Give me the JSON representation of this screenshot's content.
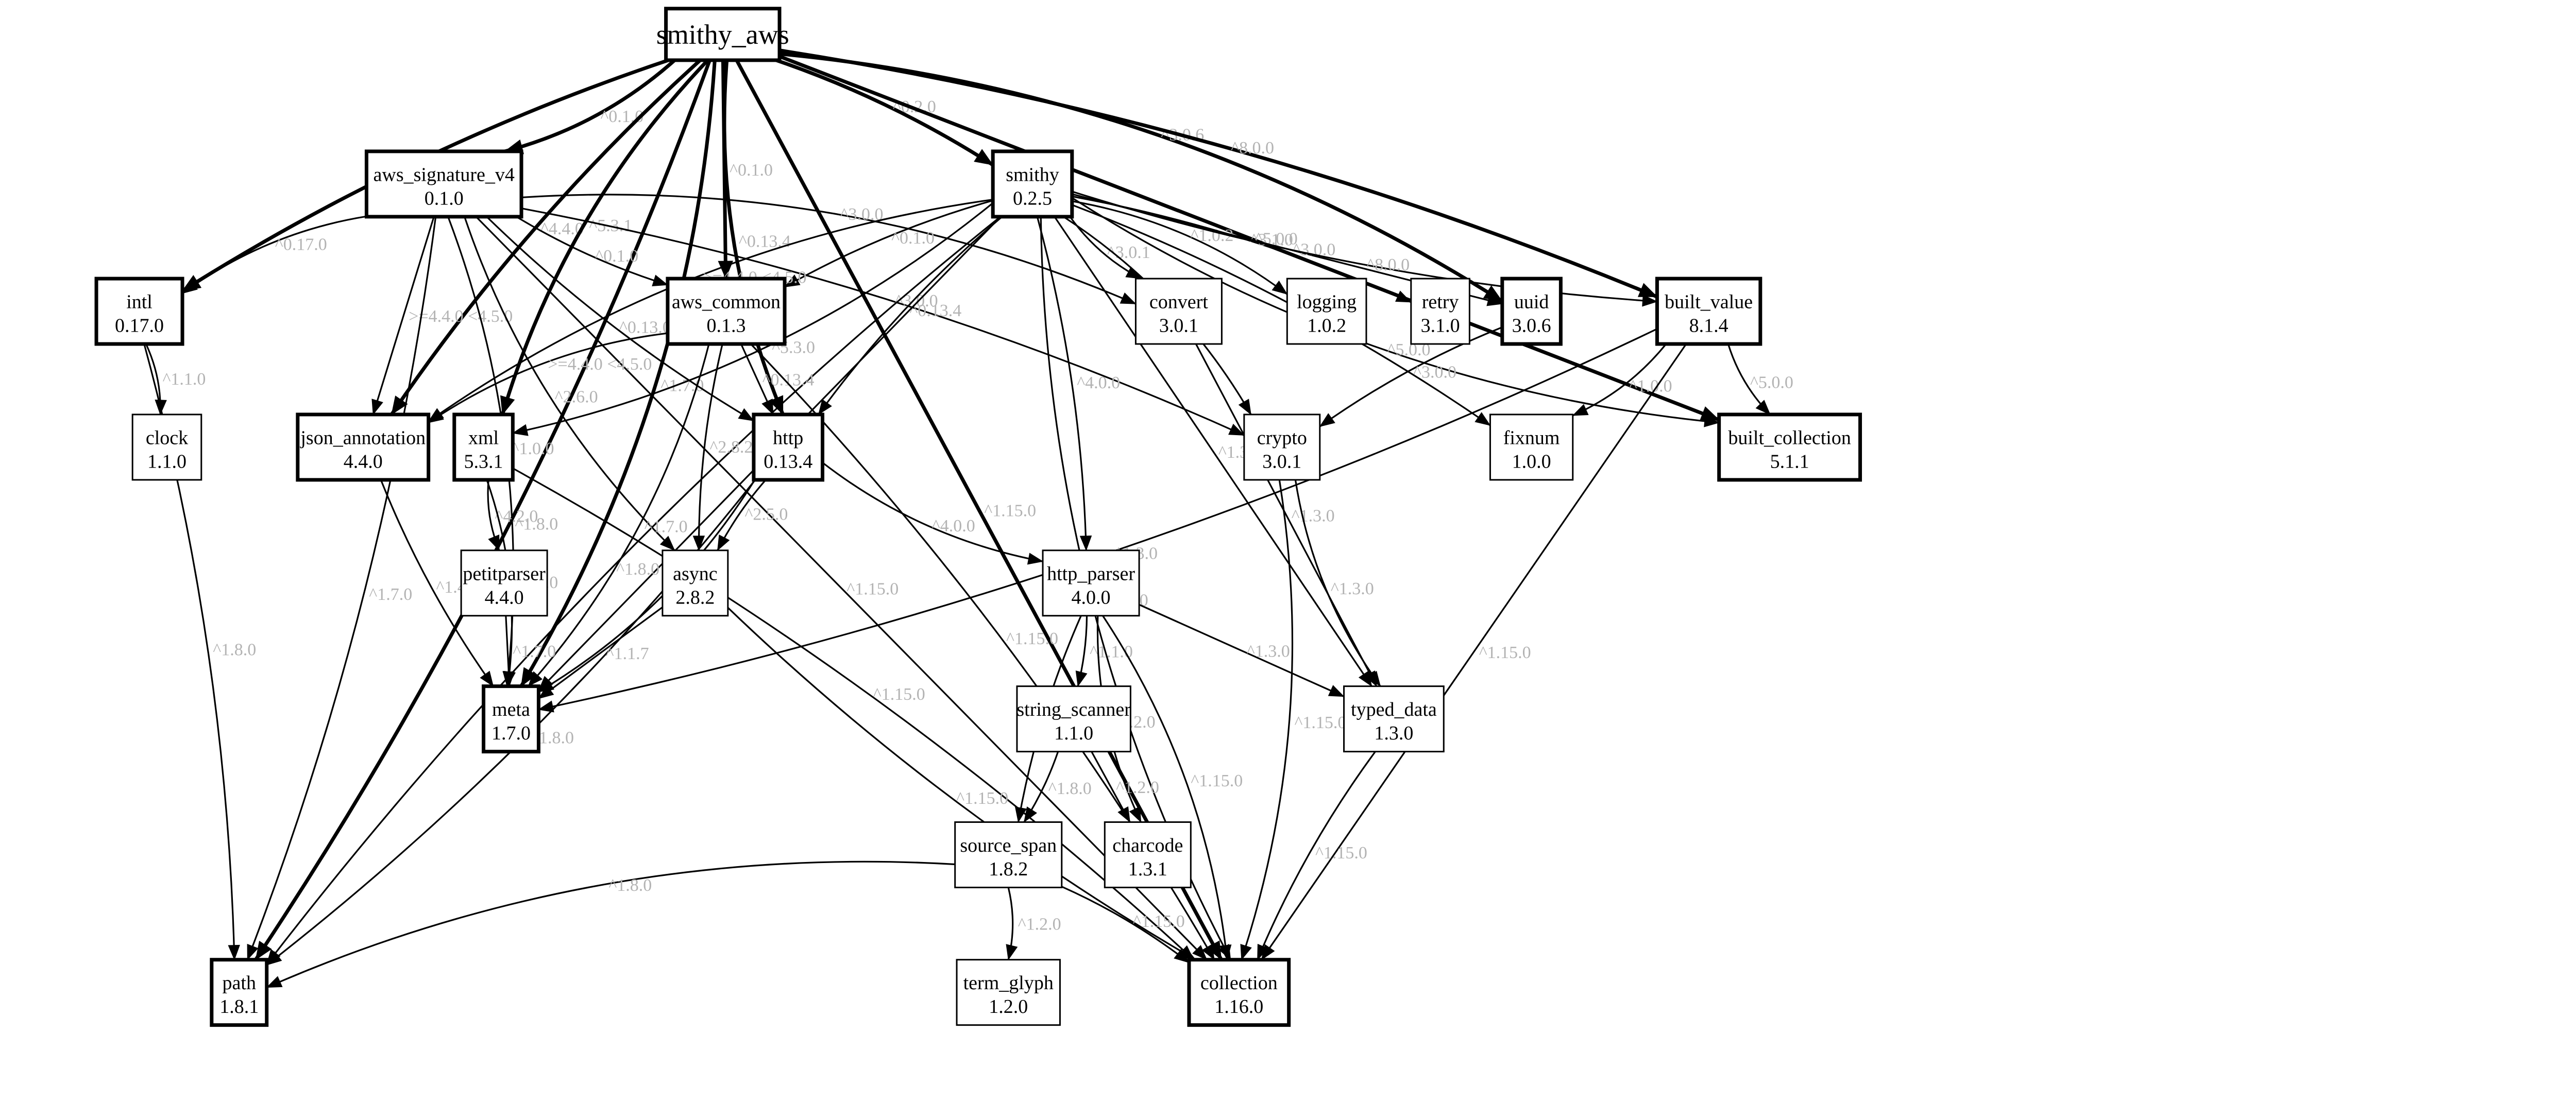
{
  "graph": {
    "nodes": [
      {
        "id": "smithy_aws",
        "name": "smithy_aws",
        "version": "",
        "direct": true
      },
      {
        "id": "aws_signature_v4",
        "name": "aws_signature_v4",
        "version": "0.1.0",
        "direct": true
      },
      {
        "id": "smithy",
        "name": "smithy",
        "version": "0.2.5",
        "direct": true
      },
      {
        "id": "intl",
        "name": "intl",
        "version": "0.17.0",
        "direct": true
      },
      {
        "id": "clock",
        "name": "clock",
        "version": "1.1.0",
        "direct": false
      },
      {
        "id": "aws_common",
        "name": "aws_common",
        "version": "0.1.3",
        "direct": true
      },
      {
        "id": "convert",
        "name": "convert",
        "version": "3.0.1",
        "direct": false
      },
      {
        "id": "logging",
        "name": "logging",
        "version": "1.0.2",
        "direct": false
      },
      {
        "id": "retry",
        "name": "retry",
        "version": "3.1.0",
        "direct": false
      },
      {
        "id": "uuid",
        "name": "uuid",
        "version": "3.0.6",
        "direct": true
      },
      {
        "id": "built_value",
        "name": "built_value",
        "version": "8.1.4",
        "direct": true
      },
      {
        "id": "json_annotation",
        "name": "json_annotation",
        "version": "4.4.0",
        "direct": true
      },
      {
        "id": "xml",
        "name": "xml",
        "version": "5.3.1",
        "direct": true
      },
      {
        "id": "http",
        "name": "http",
        "version": "0.13.4",
        "direct": true
      },
      {
        "id": "crypto",
        "name": "crypto",
        "version": "3.0.1",
        "direct": false
      },
      {
        "id": "fixnum",
        "name": "fixnum",
        "version": "1.0.0",
        "direct": false
      },
      {
        "id": "built_collection",
        "name": "built_collection",
        "version": "5.1.1",
        "direct": true
      },
      {
        "id": "petitparser",
        "name": "petitparser",
        "version": "4.4.0",
        "direct": false
      },
      {
        "id": "async",
        "name": "async",
        "version": "2.8.2",
        "direct": false
      },
      {
        "id": "http_parser",
        "name": "http_parser",
        "version": "4.0.0",
        "direct": false
      },
      {
        "id": "meta",
        "name": "meta",
        "version": "1.7.0",
        "direct": true
      },
      {
        "id": "string_scanner",
        "name": "string_scanner",
        "version": "1.1.0",
        "direct": false
      },
      {
        "id": "typed_data",
        "name": "typed_data",
        "version": "1.3.0",
        "direct": false
      },
      {
        "id": "source_span",
        "name": "source_span",
        "version": "1.8.2",
        "direct": false
      },
      {
        "id": "charcode",
        "name": "charcode",
        "version": "1.3.1",
        "direct": false
      },
      {
        "id": "path",
        "name": "path",
        "version": "1.8.1",
        "direct": true
      },
      {
        "id": "term_glyph",
        "name": "term_glyph",
        "version": "1.2.0",
        "direct": false
      },
      {
        "id": "collection",
        "name": "collection",
        "version": "1.16.0",
        "direct": true
      }
    ],
    "edges": [
      {
        "from": "smithy_aws",
        "to": "aws_signature_v4",
        "label": "^0.1.0",
        "bold": true
      },
      {
        "from": "smithy_aws",
        "to": "smithy",
        "label": "^0.2.0",
        "bold": true
      },
      {
        "from": "smithy_aws",
        "to": "aws_common",
        "label": "^0.1.0",
        "bold": true
      },
      {
        "from": "smithy_aws",
        "to": "intl",
        "label": "^0.17.0",
        "bold": true
      },
      {
        "from": "smithy_aws",
        "to": "http",
        "label": "^0.13.4",
        "bold": true
      },
      {
        "from": "smithy_aws",
        "to": "uuid",
        "label": "^3.0.6",
        "bold": true
      },
      {
        "from": "smithy_aws",
        "to": "built_value",
        "label": "^8.0.0",
        "bold": true
      },
      {
        "from": "smithy_aws",
        "to": "built_collection",
        "label": "^5.0.0",
        "bold": true
      },
      {
        "from": "smithy_aws",
        "to": "json_annotation",
        "label": "^4.4.0",
        "bold": true
      },
      {
        "from": "smithy_aws",
        "to": "xml",
        "label": "^5.3.1",
        "bold": true
      },
      {
        "from": "smithy_aws",
        "to": "meta",
        "label": "^1.7.0",
        "bold": true
      },
      {
        "from": "smithy_aws",
        "to": "path",
        "label": "^1.8.0",
        "bold": true
      },
      {
        "from": "smithy_aws",
        "to": "collection",
        "label": "^1.15.0",
        "bold": true
      },
      {
        "from": "aws_signature_v4",
        "to": "aws_common",
        "label": "^0.1.0",
        "bold": false
      },
      {
        "from": "aws_signature_v4",
        "to": "intl",
        "label": "^0.17.0",
        "bold": false
      },
      {
        "from": "aws_signature_v4",
        "to": "convert",
        "label": "^3.0.0",
        "bold": false
      },
      {
        "from": "aws_signature_v4",
        "to": "crypto",
        "label": "^3.0.0",
        "bold": false
      },
      {
        "from": "aws_signature_v4",
        "to": "json_annotation",
        "label": ">=4.4.0 <4.5.0",
        "bold": false
      },
      {
        "from": "aws_signature_v4",
        "to": "http",
        "label": "^0.13.0",
        "bold": false
      },
      {
        "from": "aws_signature_v4",
        "to": "async",
        "label": "^2.6.0",
        "bold": false
      },
      {
        "from": "aws_signature_v4",
        "to": "meta",
        "label": "^1.0.0",
        "bold": false
      },
      {
        "from": "aws_signature_v4",
        "to": "path",
        "label": "^1.7.0",
        "bold": false
      },
      {
        "from": "aws_signature_v4",
        "to": "collection",
        "label": "^1.15.0",
        "bold": false
      },
      {
        "from": "smithy",
        "to": "aws_common",
        "label": "^0.1.0",
        "bold": false
      },
      {
        "from": "smithy",
        "to": "convert",
        "label": "^3.0.1",
        "bold": false
      },
      {
        "from": "smithy",
        "to": "logging",
        "label": "^1.0.2",
        "bold": false
      },
      {
        "from": "smithy",
        "to": "retry",
        "label": "^3.1.0",
        "bold": false
      },
      {
        "from": "smithy",
        "to": "uuid",
        "label": "^3.0.0",
        "bold": false
      },
      {
        "from": "smithy",
        "to": "built_value",
        "label": "^8.0.0",
        "bold": false
      },
      {
        "from": "smithy",
        "to": "built_collection",
        "label": "^5.0.0",
        "bold": false
      },
      {
        "from": "smithy",
        "to": "crypto",
        "label": "^3.0.1",
        "bold": false
      },
      {
        "from": "smithy",
        "to": "fixnum",
        "label": "^1.0.0",
        "bold": false
      },
      {
        "from": "smithy",
        "to": "typed_data",
        "label": "^1.3.0",
        "bold": false
      },
      {
        "from": "smithy",
        "to": "http",
        "label": "^0.13.4",
        "bold": false
      },
      {
        "from": "smithy",
        "to": "json_annotation",
        "label": ">=4.4.0 <4.5.0",
        "bold": false
      },
      {
        "from": "smithy",
        "to": "xml",
        "label": "^5.3.0",
        "bold": false
      },
      {
        "from": "smithy",
        "to": "http_parser",
        "label": "^4.0.0",
        "bold": false
      },
      {
        "from": "smithy",
        "to": "meta",
        "label": "^1.7.0",
        "bold": false
      },
      {
        "from": "smithy",
        "to": "path",
        "label": "^1.8.0",
        "bold": false
      },
      {
        "from": "smithy",
        "to": "collection",
        "label": "^1.15.0",
        "bold": false
      },
      {
        "from": "intl",
        "to": "clock",
        "label": "^1.1.0",
        "bold": false
      },
      {
        "from": "intl",
        "to": "path",
        "label": "^1.8.0",
        "bold": false
      },
      {
        "from": "aws_common",
        "to": "http",
        "label": "^0.13.4",
        "bold": false
      },
      {
        "from": "aws_common",
        "to": "async",
        "label": "^2.8.2",
        "bold": false
      },
      {
        "from": "aws_common",
        "to": "json_annotation",
        "label": ">=4.4.0 <4.5.0",
        "bold": false
      },
      {
        "from": "aws_common",
        "to": "meta",
        "label": "^1.7.0",
        "bold": false
      },
      {
        "from": "aws_common",
        "to": "collection",
        "label": "^1.15.0",
        "bold": false
      },
      {
        "from": "convert",
        "to": "typed_data",
        "label": "^1.3.0",
        "bold": false
      },
      {
        "from": "uuid",
        "to": "crypto",
        "label": "^3.0.0",
        "bold": false
      },
      {
        "from": "built_value",
        "to": "built_collection",
        "label": "^5.0.0",
        "bold": false
      },
      {
        "from": "built_value",
        "to": "fixnum",
        "label": "^1.0.0",
        "bold": false
      },
      {
        "from": "built_value",
        "to": "meta",
        "label": "^1.3.0",
        "bold": false
      },
      {
        "from": "built_value",
        "to": "collection",
        "label": "^1.15.0",
        "bold": false
      },
      {
        "from": "json_annotation",
        "to": "meta",
        "label": "^1.4.0",
        "bold": false
      },
      {
        "from": "xml",
        "to": "petitparser",
        "label": "^4.2.0",
        "bold": false
      },
      {
        "from": "xml",
        "to": "meta",
        "label": "^1.7.0",
        "bold": false
      },
      {
        "from": "xml",
        "to": "collection",
        "label": "^1.15.0",
        "bold": false
      },
      {
        "from": "petitparser",
        "to": "meta",
        "label": "^1.7.0",
        "bold": false
      },
      {
        "from": "http",
        "to": "async",
        "label": "^2.5.0",
        "bold": false
      },
      {
        "from": "http",
        "to": "http_parser",
        "label": "^4.0.0",
        "bold": false
      },
      {
        "from": "http",
        "to": "meta",
        "label": "^1.3.0",
        "bold": false
      },
      {
        "from": "http",
        "to": "path",
        "label": "^1.8.0",
        "bold": false
      },
      {
        "from": "async",
        "to": "meta",
        "label": "^1.1.7",
        "bold": false
      },
      {
        "from": "async",
        "to": "collection",
        "label": "^1.15.0",
        "bold": false
      },
      {
        "from": "crypto",
        "to": "typed_data",
        "label": "^1.3.0",
        "bold": false
      },
      {
        "from": "crypto",
        "to": "collection",
        "label": "^1.15.0",
        "bold": false
      },
      {
        "from": "http_parser",
        "to": "string_scanner",
        "label": "^1.1.0",
        "bold": false
      },
      {
        "from": "http_parser",
        "to": "typed_data",
        "label": "^1.3.0",
        "bold": false
      },
      {
        "from": "http_parser",
        "to": "source_span",
        "label": "^1.8.0",
        "bold": false
      },
      {
        "from": "http_parser",
        "to": "charcode",
        "label": "^1.2.0",
        "bold": false
      },
      {
        "from": "http_parser",
        "to": "collection",
        "label": "^1.15.0",
        "bold": false
      },
      {
        "from": "string_scanner",
        "to": "source_span",
        "label": "^1.8.0",
        "bold": false
      },
      {
        "from": "string_scanner",
        "to": "charcode",
        "label": "^1.2.0",
        "bold": false
      },
      {
        "from": "typed_data",
        "to": "collection",
        "label": "^1.15.0",
        "bold": false
      },
      {
        "from": "source_span",
        "to": "path",
        "label": "^1.8.0",
        "bold": false
      },
      {
        "from": "source_span",
        "to": "term_glyph",
        "label": "^1.2.0",
        "bold": false
      },
      {
        "from": "source_span",
        "to": "collection",
        "label": "^1.15.0",
        "bold": false
      }
    ]
  }
}
